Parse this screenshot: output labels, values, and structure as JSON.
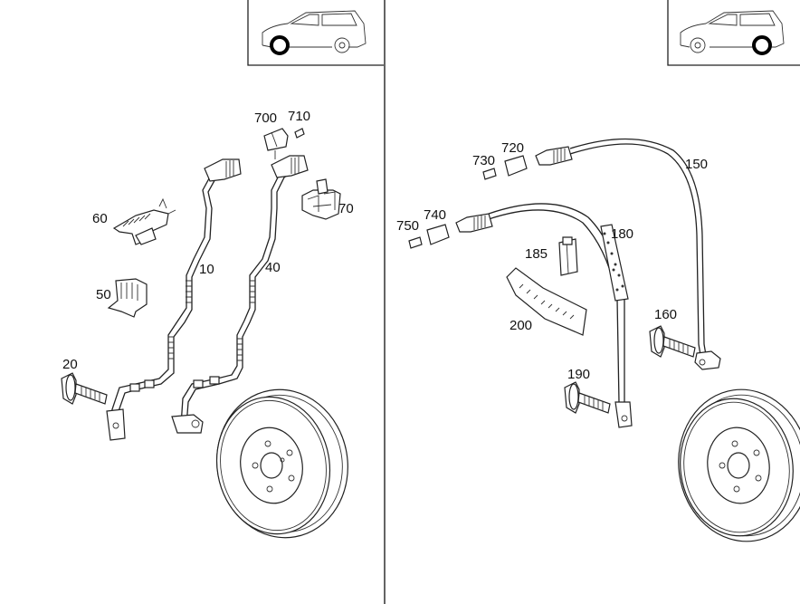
{
  "labels": {
    "p10": "10",
    "p20": "20",
    "p40": "40",
    "p50": "50",
    "p60": "60",
    "p70": "70",
    "p700": "700",
    "p710": "710",
    "p150": "150",
    "p160": "160",
    "p180": "180",
    "p185": "185",
    "p190": "190",
    "p200": "200",
    "p720": "720",
    "p730": "730",
    "p740": "740",
    "p750": "750"
  },
  "icons": {
    "front_axle_vehicle": "car-front-wheel-highlight-icon",
    "rear_axle_vehicle": "car-rear-wheel-highlight-icon"
  }
}
